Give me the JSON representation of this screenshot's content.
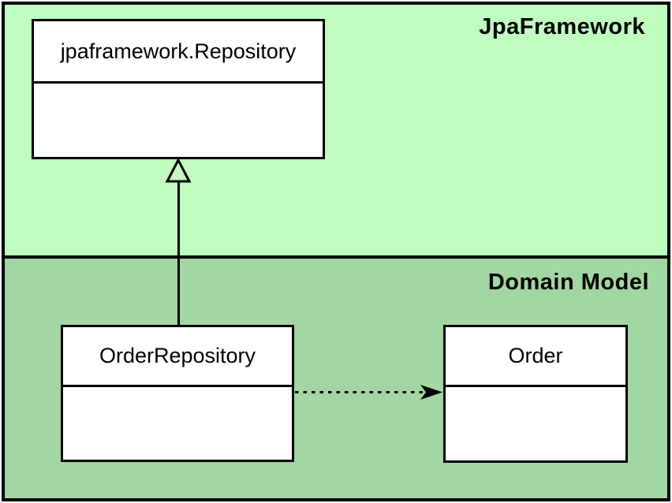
{
  "diagram": {
    "regions": [
      {
        "label": "JpaFramework",
        "bg_color": "#c0fcc0"
      },
      {
        "label": "Domain Model",
        "bg_color": "#a2d6a2"
      }
    ],
    "classes": [
      {
        "name": "jpaframework.Repository",
        "region": "JpaFramework"
      },
      {
        "name": "OrderRepository",
        "region": "Domain Model"
      },
      {
        "name": "Order",
        "region": "Domain Model"
      }
    ],
    "relations": [
      {
        "type": "generalization",
        "from": "OrderRepository",
        "to": "jpaframework.Repository",
        "line": "solid",
        "arrowhead": "hollow-triangle"
      },
      {
        "type": "dependency",
        "from": "OrderRepository",
        "to": "Order",
        "line": "dashed",
        "arrowhead": "filled-arrow"
      }
    ],
    "colors": {
      "line": "#000000",
      "box_fill": "#ffffff",
      "text": "#000000"
    }
  }
}
